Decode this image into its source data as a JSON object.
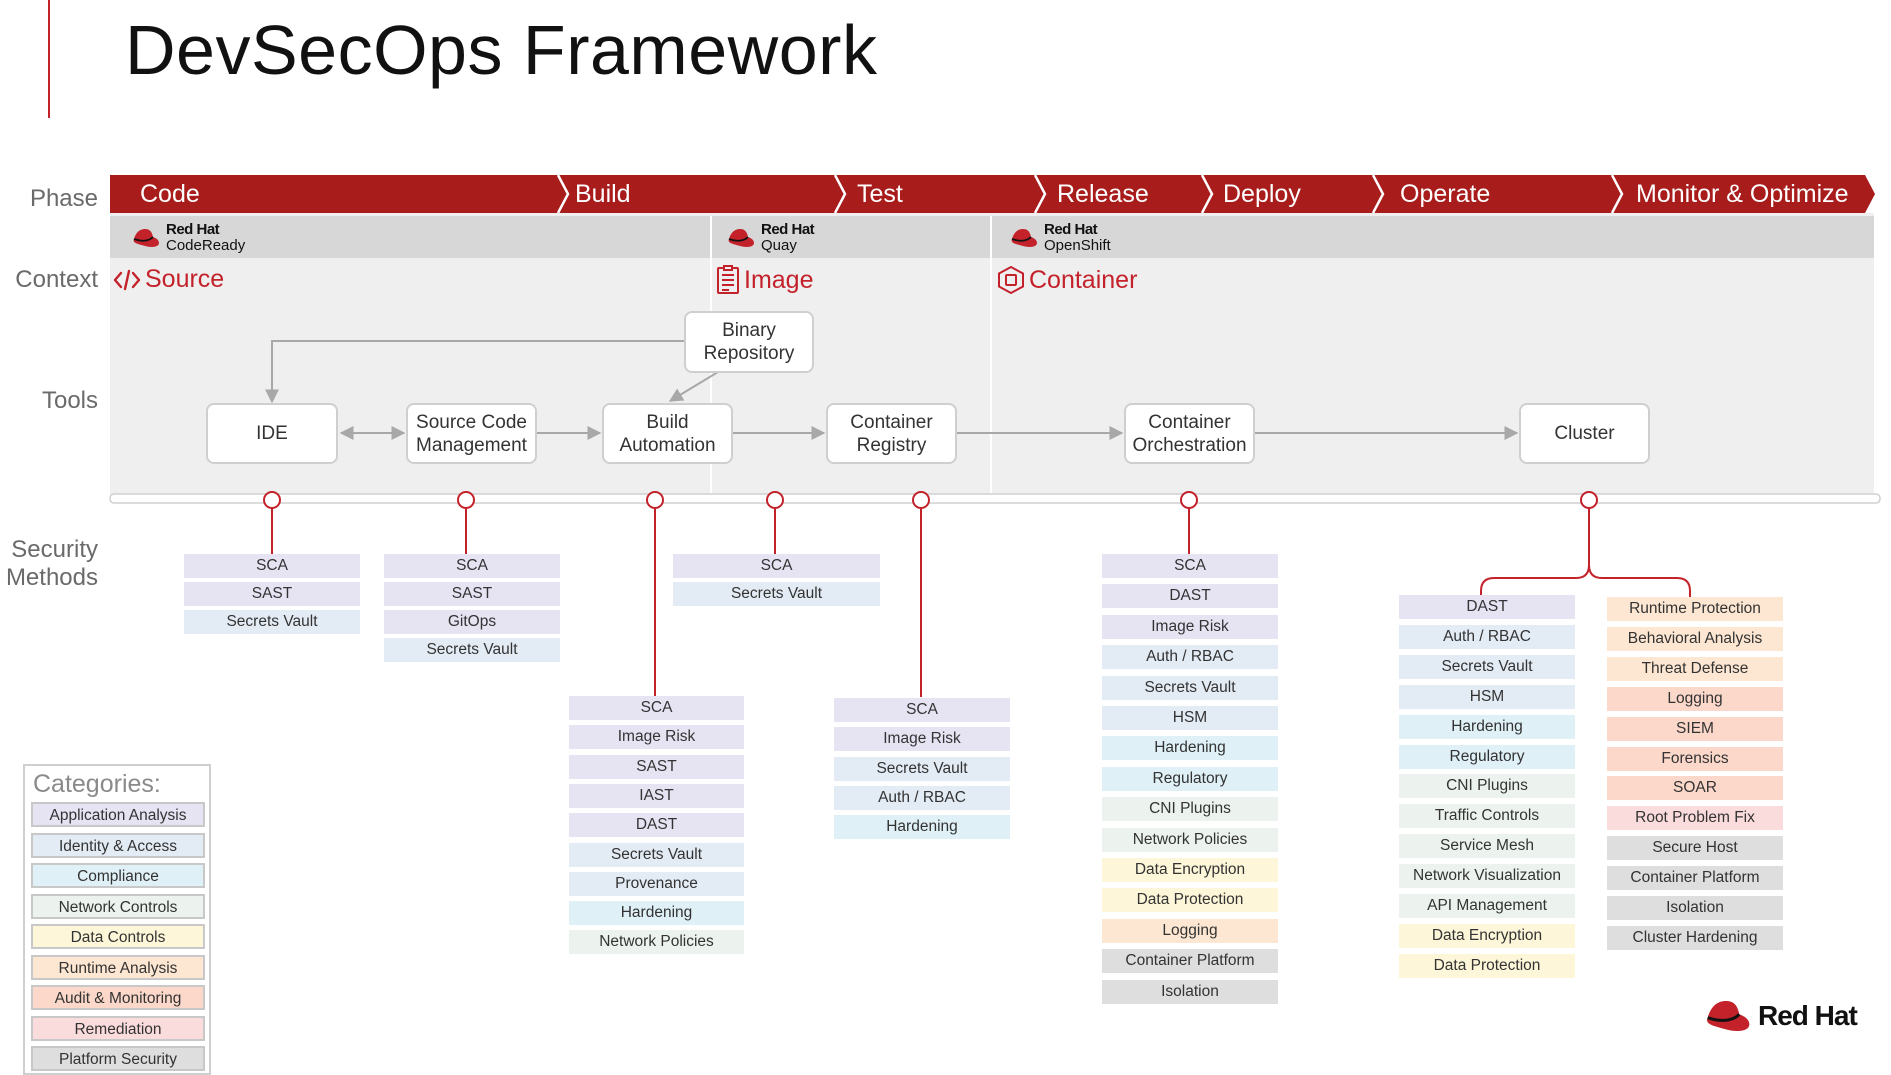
{
  "title": "DevSecOps Framework",
  "row_labels": {
    "phase": "Phase",
    "context": "Context",
    "tools": "Tools",
    "security_line1": "Security",
    "security_line2": "Methods"
  },
  "phases": [
    "Code",
    "Build",
    "Test",
    "Release",
    "Deploy",
    "Operate",
    "Monitor & Optimize"
  ],
  "products": [
    {
      "brand": "Red Hat",
      "name": "CodeReady"
    },
    {
      "brand": "Red Hat",
      "name": "Quay"
    },
    {
      "brand": "Red Hat",
      "name": "OpenShift"
    }
  ],
  "contexts": [
    {
      "label": "Source",
      "icon": "code-icon"
    },
    {
      "label": "Image",
      "icon": "document-icon"
    },
    {
      "label": "Container",
      "icon": "container-hexagon-icon"
    }
  ],
  "tools": {
    "binary_repository": [
      "Binary",
      "Repository"
    ],
    "ide": [
      "IDE"
    ],
    "scm": [
      "Source Code",
      "Management"
    ],
    "build_automation": [
      "Build",
      "Automation"
    ],
    "container_registry": [
      "Container",
      "Registry"
    ],
    "container_orchestration": [
      "Container",
      "Orchestration"
    ],
    "cluster": [
      "Cluster"
    ]
  },
  "colors": {
    "brand_red": "#c4222b",
    "application_analysis": "#e6e3f3",
    "identity_access": "#e3ebf5",
    "compliance": "#dff0f7",
    "network_controls": "#ecf3ee",
    "data_controls": "#fdf6d9",
    "runtime_analysis": "#fde7d2",
    "audit_monitoring": "#fbd8c9",
    "remediation": "#fbdcdc",
    "platform_security": "#dedede"
  },
  "security_groups": {
    "ide": [
      {
        "label": "SCA",
        "cat": "application_analysis"
      },
      {
        "label": "SAST",
        "cat": "application_analysis"
      },
      {
        "label": "Secrets Vault",
        "cat": "identity_access"
      }
    ],
    "scm": [
      {
        "label": "SCA",
        "cat": "application_analysis"
      },
      {
        "label": "SAST",
        "cat": "application_analysis"
      },
      {
        "label": "GitOps",
        "cat": "application_analysis"
      },
      {
        "label": "Secrets Vault",
        "cat": "identity_access"
      }
    ],
    "image": [
      {
        "label": "SCA",
        "cat": "application_analysis"
      },
      {
        "label": "Secrets Vault",
        "cat": "identity_access"
      }
    ],
    "build": [
      {
        "label": "SCA",
        "cat": "application_analysis"
      },
      {
        "label": "Image Risk",
        "cat": "application_analysis"
      },
      {
        "label": "SAST",
        "cat": "application_analysis"
      },
      {
        "label": "IAST",
        "cat": "application_analysis"
      },
      {
        "label": "DAST",
        "cat": "application_analysis"
      },
      {
        "label": "Secrets Vault",
        "cat": "identity_access"
      },
      {
        "label": "Provenance",
        "cat": "identity_access"
      },
      {
        "label": "Hardening",
        "cat": "compliance"
      },
      {
        "label": "Network Policies",
        "cat": "network_controls"
      }
    ],
    "registry": [
      {
        "label": "SCA",
        "cat": "application_analysis"
      },
      {
        "label": "Image Risk",
        "cat": "application_analysis"
      },
      {
        "label": "Secrets Vault",
        "cat": "identity_access"
      },
      {
        "label": "Auth / RBAC",
        "cat": "identity_access"
      },
      {
        "label": "Hardening",
        "cat": "compliance"
      }
    ],
    "orchestration": [
      {
        "label": "SCA",
        "cat": "application_analysis"
      },
      {
        "label": "DAST",
        "cat": "application_analysis"
      },
      {
        "label": "Image Risk",
        "cat": "application_analysis"
      },
      {
        "label": "Auth / RBAC",
        "cat": "identity_access"
      },
      {
        "label": "Secrets Vault",
        "cat": "identity_access"
      },
      {
        "label": "HSM",
        "cat": "identity_access"
      },
      {
        "label": "Hardening",
        "cat": "compliance"
      },
      {
        "label": "Regulatory",
        "cat": "compliance"
      },
      {
        "label": "CNI Plugins",
        "cat": "network_controls"
      },
      {
        "label": "Network Policies",
        "cat": "network_controls"
      },
      {
        "label": "Data Encryption",
        "cat": "data_controls"
      },
      {
        "label": "Data Protection",
        "cat": "data_controls"
      },
      {
        "label": "Logging",
        "cat": "runtime_analysis"
      },
      {
        "label": "Container Platform",
        "cat": "platform_security"
      },
      {
        "label": "Isolation",
        "cat": "platform_security"
      }
    ],
    "cluster_left": [
      {
        "label": "DAST",
        "cat": "application_analysis"
      },
      {
        "label": "Auth / RBAC",
        "cat": "identity_access"
      },
      {
        "label": "Secrets Vault",
        "cat": "identity_access"
      },
      {
        "label": "HSM",
        "cat": "identity_access"
      },
      {
        "label": "Hardening",
        "cat": "compliance"
      },
      {
        "label": "Regulatory",
        "cat": "compliance"
      },
      {
        "label": "CNI Plugins",
        "cat": "network_controls"
      },
      {
        "label": "Traffic Controls",
        "cat": "network_controls"
      },
      {
        "label": "Service Mesh",
        "cat": "network_controls"
      },
      {
        "label": "Network Visualization",
        "cat": "network_controls"
      },
      {
        "label": "API Management",
        "cat": "network_controls"
      },
      {
        "label": "Data Encryption",
        "cat": "data_controls"
      },
      {
        "label": "Data Protection",
        "cat": "data_controls"
      }
    ],
    "cluster_right": [
      {
        "label": "Runtime Protection",
        "cat": "runtime_analysis"
      },
      {
        "label": "Behavioral Analysis",
        "cat": "runtime_analysis"
      },
      {
        "label": "Threat Defense",
        "cat": "runtime_analysis"
      },
      {
        "label": "Logging",
        "cat": "audit_monitoring"
      },
      {
        "label": "SIEM",
        "cat": "audit_monitoring"
      },
      {
        "label": "Forensics",
        "cat": "audit_monitoring"
      },
      {
        "label": "SOAR",
        "cat": "audit_monitoring"
      },
      {
        "label": "Root Problem Fix",
        "cat": "remediation"
      },
      {
        "label": "Secure Host",
        "cat": "platform_security"
      },
      {
        "label": "Container Platform",
        "cat": "platform_security"
      },
      {
        "label": "Isolation",
        "cat": "platform_security"
      },
      {
        "label": "Cluster Hardening",
        "cat": "platform_security"
      }
    ]
  },
  "legend": {
    "title": "Categories:",
    "items": [
      {
        "label": "Application Analysis",
        "cat": "application_analysis"
      },
      {
        "label": "Identity & Access",
        "cat": "identity_access"
      },
      {
        "label": "Compliance",
        "cat": "compliance"
      },
      {
        "label": "Network Controls",
        "cat": "network_controls"
      },
      {
        "label": "Data Controls",
        "cat": "data_controls"
      },
      {
        "label": "Runtime Analysis",
        "cat": "runtime_analysis"
      },
      {
        "label": "Audit & Monitoring",
        "cat": "audit_monitoring"
      },
      {
        "label": "Remediation",
        "cat": "remediation"
      },
      {
        "label": "Platform Security",
        "cat": "platform_security"
      }
    ]
  },
  "logo": {
    "text": "Red Hat"
  }
}
